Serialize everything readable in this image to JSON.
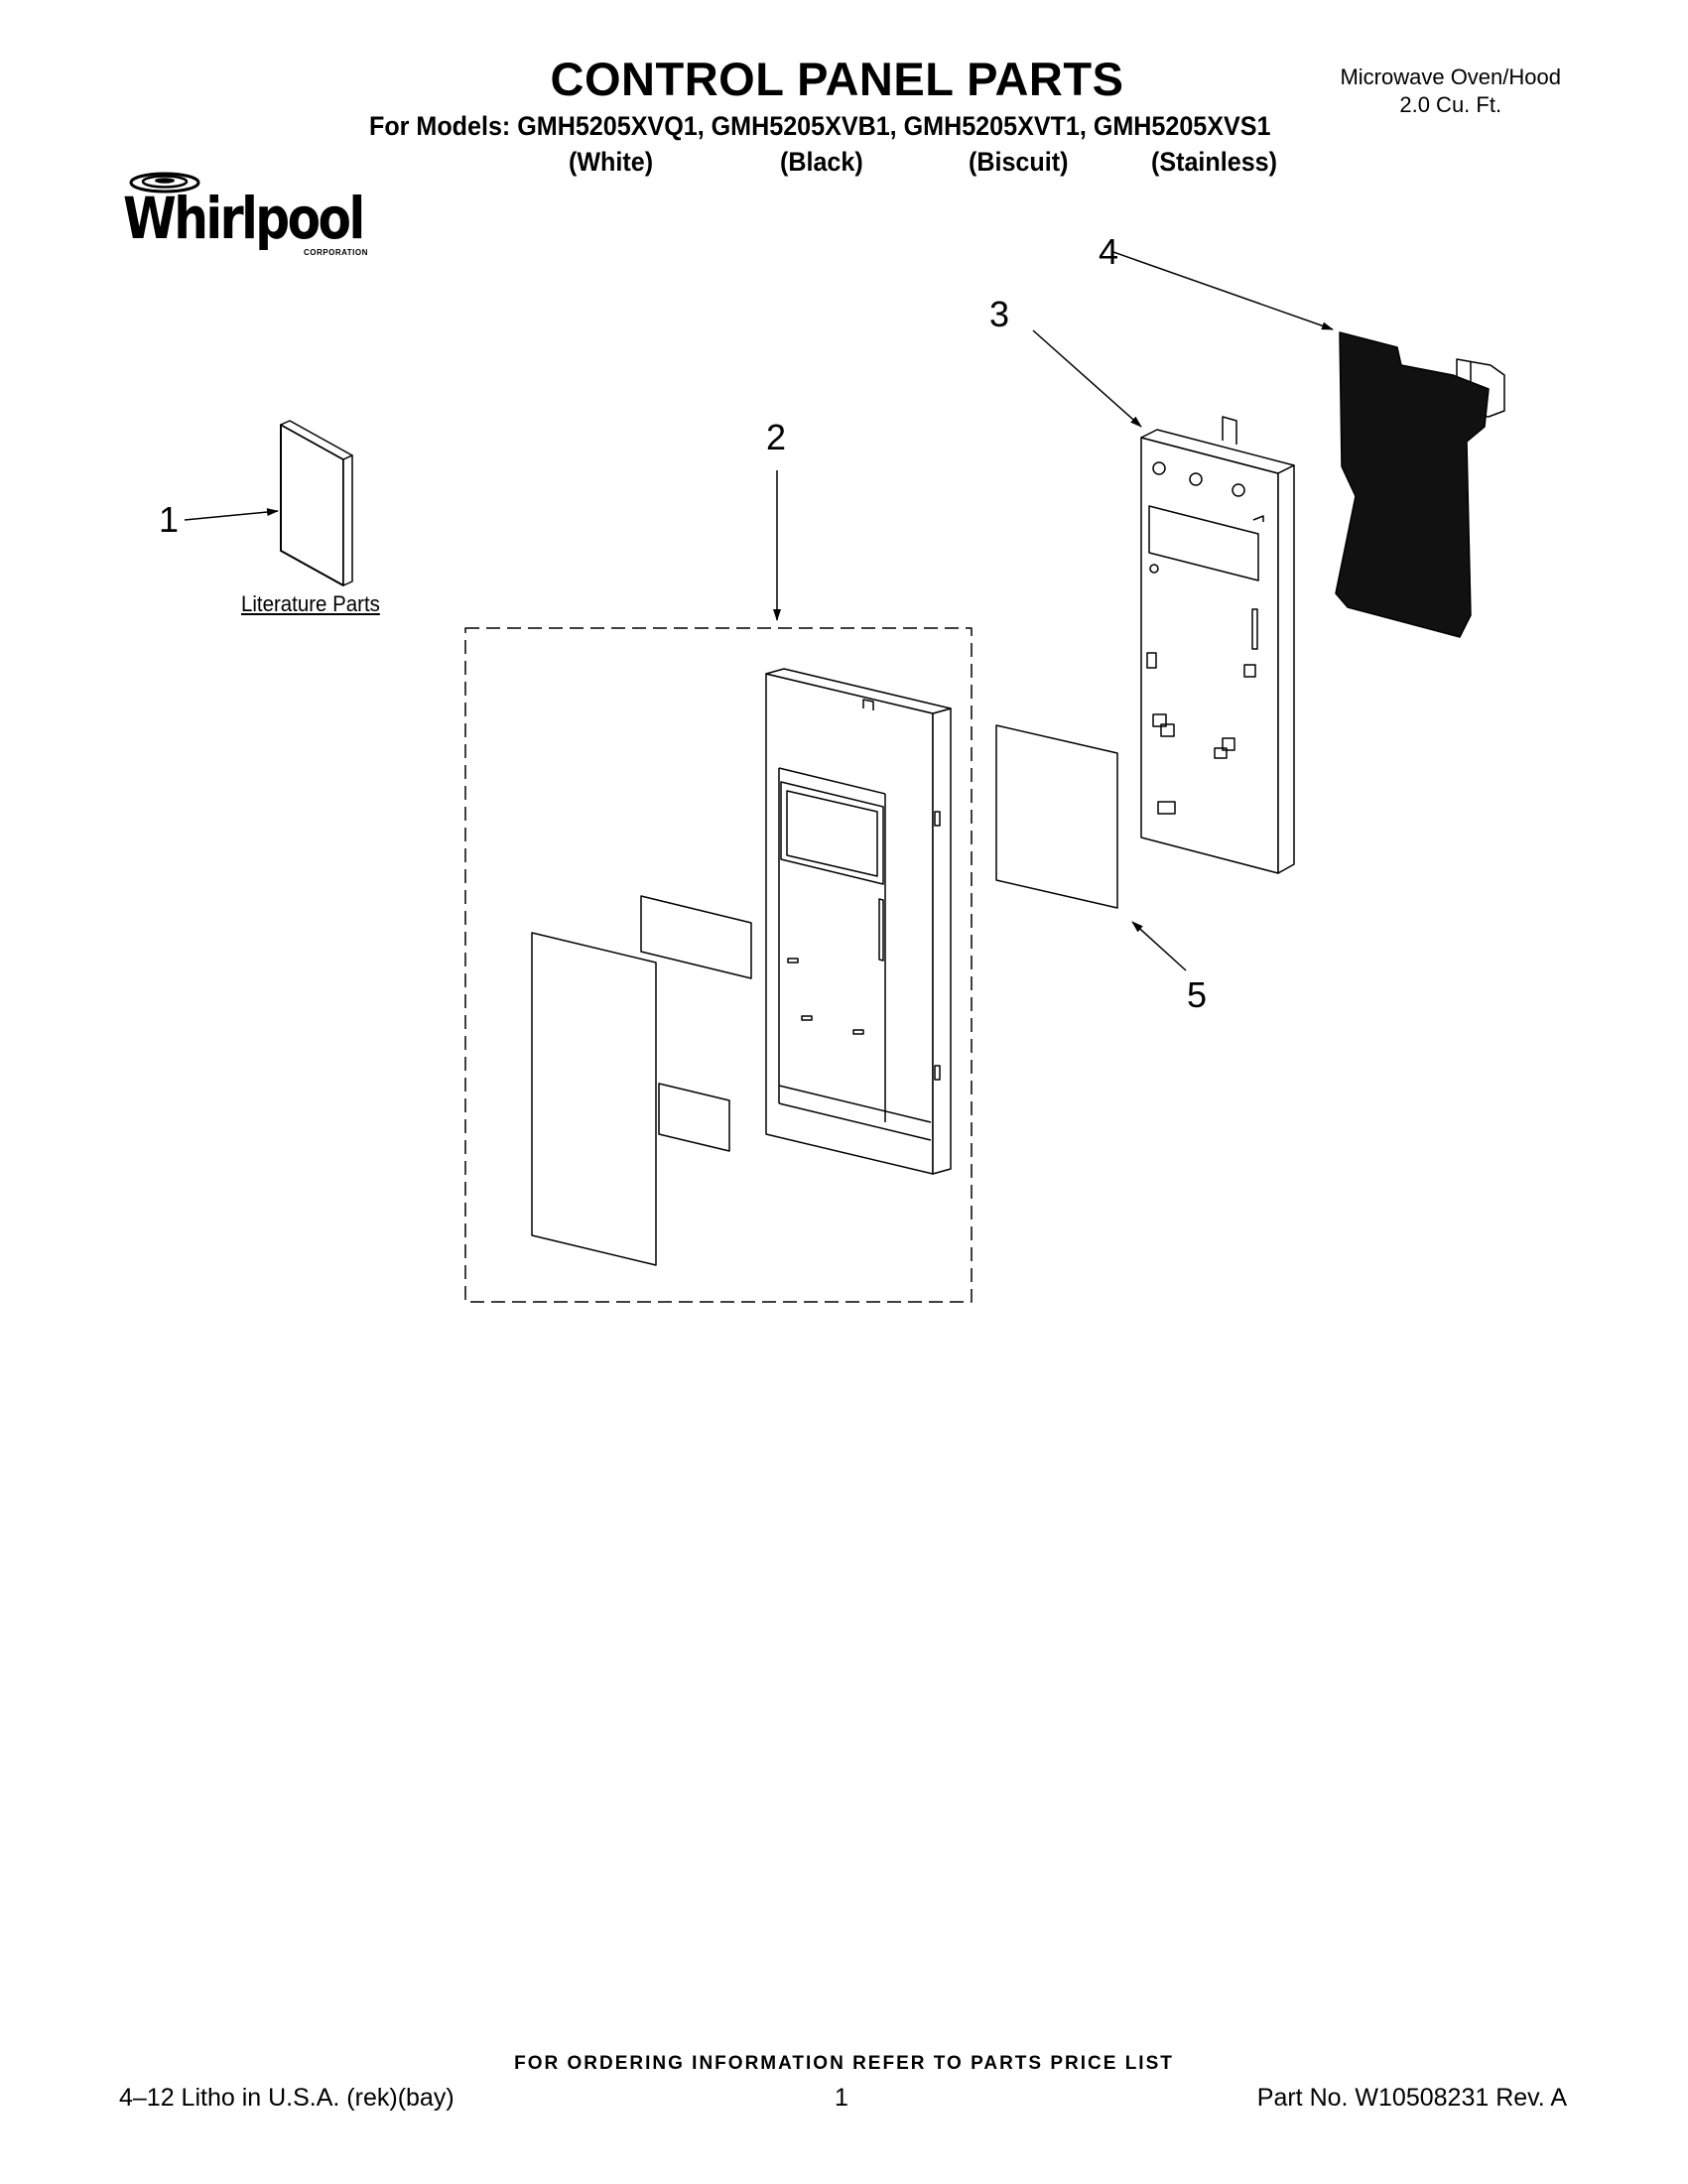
{
  "header": {
    "title": "CONTROL PANEL PARTS",
    "product_line1": "Microwave Oven/Hood",
    "product_line2": "2.0 Cu. Ft.",
    "models_line": "For Models: GMH5205XVQ1, GMH5205XVB1, GMH5205XVT1, GMH5205XVS1",
    "colors": [
      "(White)",
      "(Black)",
      "(Biscuit)",
      "(Stainless)"
    ]
  },
  "logo": {
    "brand": "Whirlpool",
    "subtitle": "CORPORATION"
  },
  "diagram": {
    "callouts": [
      "1",
      "2",
      "3",
      "4",
      "5"
    ],
    "literature_label": "Literature Parts"
  },
  "footer": {
    "ordering_note": "FOR ORDERING INFORMATION REFER TO PARTS PRICE LIST",
    "litho": "4–12 Litho in U.S.A. (rek)(bay)",
    "page_number": "1",
    "part_number": "Part No. W10508231 Rev. A"
  }
}
